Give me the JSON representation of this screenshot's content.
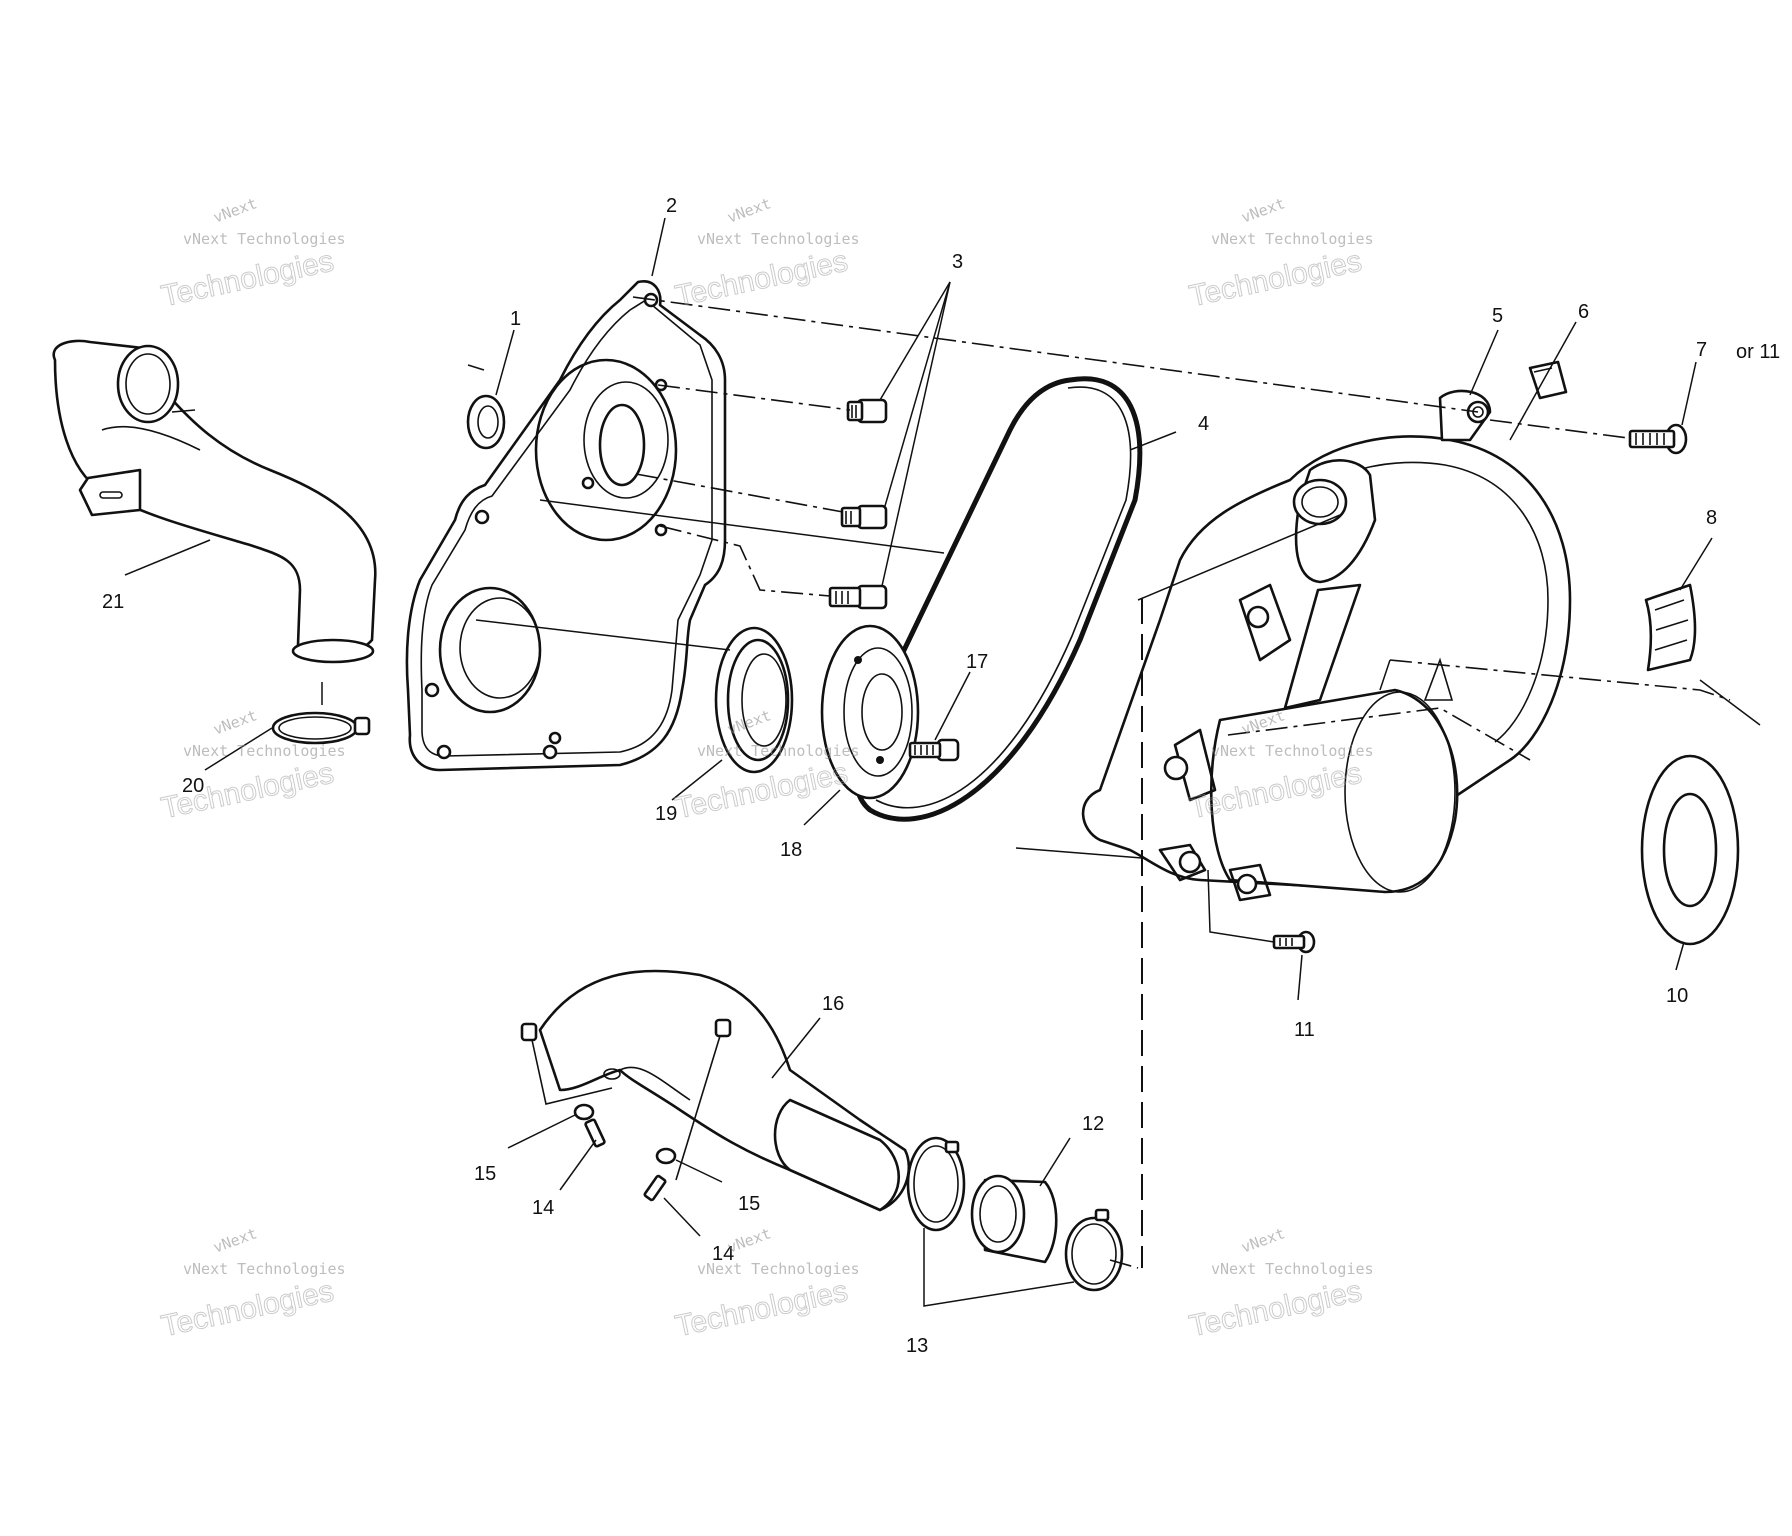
{
  "callouts": {
    "c1": "1",
    "c2": "2",
    "c3": "3",
    "c4": "4",
    "c5": "5",
    "c6": "6",
    "c7": "7",
    "c7b": "or 11",
    "c8": "8",
    "c10": "10",
    "c11": "11",
    "c12": "12",
    "c13": "13",
    "c14a": "14",
    "c14b": "14",
    "c15a": "15",
    "c15b": "15",
    "c16": "16",
    "c17": "17",
    "c18": "18",
    "c19": "19",
    "c20": "20",
    "c21": "21"
  },
  "watermark": {
    "brand": "vNext",
    "line": "vNext Technologies",
    "word": "Technologies"
  }
}
